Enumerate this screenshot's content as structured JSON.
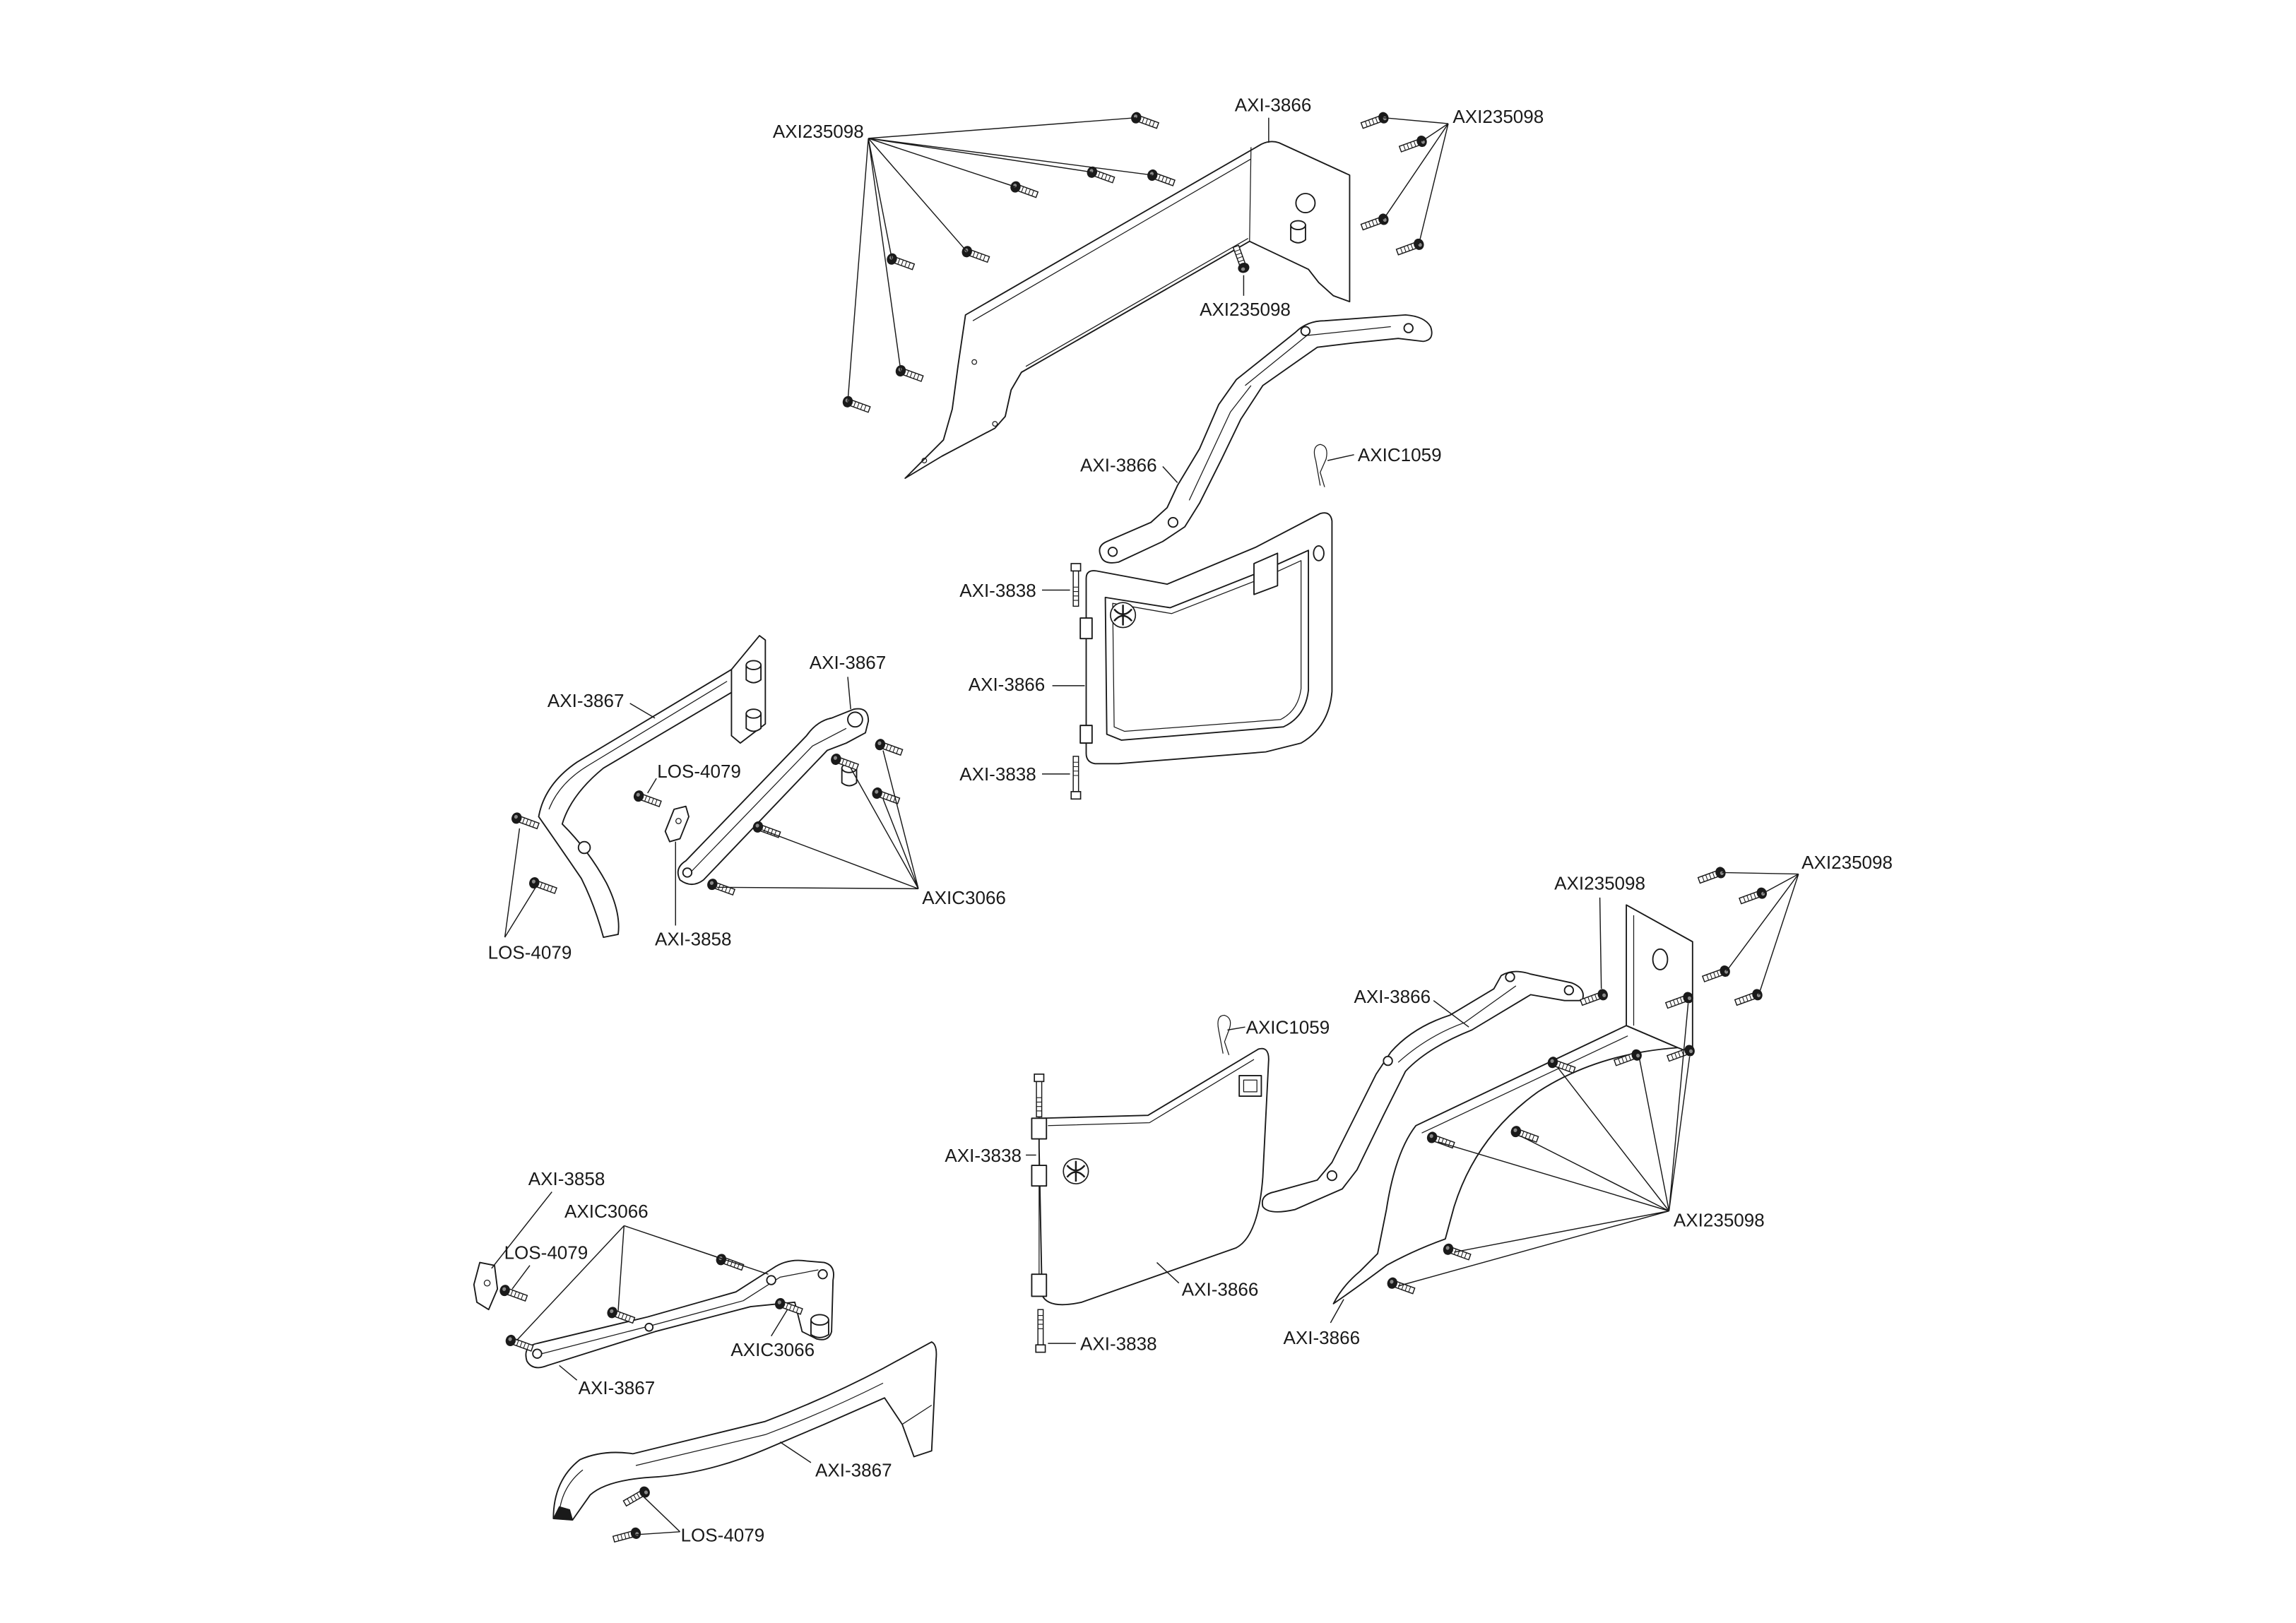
{
  "callouts": [
    "AXI235098",
    "AXI-3866",
    "AXI235098",
    "AXI235098",
    "AXI-3866",
    "AXIC1059",
    "AXI-3838",
    "AXI-3866",
    "AXI-3838",
    "AXI-3867",
    "AXI-3867",
    "LOS-4079",
    "AXIC3066",
    "AXI-3858",
    "LOS-4079",
    "AXI235098",
    "AXI235098",
    "AXI-3866",
    "AXIC1059",
    "AXI-3838",
    "AXI235098",
    "AXI-3866",
    "AXI-3866",
    "AXI-3838",
    "AXI-3858",
    "AXIC3066",
    "LOS-4079",
    "AXIC3066",
    "AXI-3867",
    "AXI-3867",
    "LOS-4079"
  ],
  "colors": {
    "line": "#1a1a1a",
    "background": "#ffffff"
  }
}
